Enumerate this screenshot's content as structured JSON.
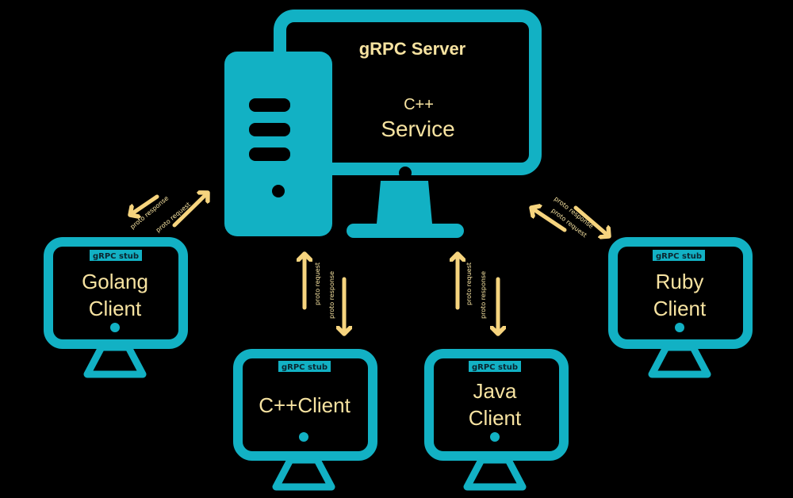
{
  "server": {
    "title": "gRPC Server",
    "lang_line1": "C++",
    "lang_line2": "Service"
  },
  "clients": [
    {
      "stub": "gRPC stub",
      "line1": "Golang",
      "line2": "Client"
    },
    {
      "stub": "gRPC stub",
      "line1": "C++Client",
      "line2": ""
    },
    {
      "stub": "gRPC stub",
      "line1": "Java",
      "line2": "Client"
    },
    {
      "stub": "gRPC stub",
      "line1": "Ruby",
      "line2": "Client"
    }
  ],
  "arrows": {
    "request": "proto request",
    "response": "proto response"
  },
  "colors": {
    "background": "#000000",
    "device": "#12b1c4",
    "text": "#f7e3a1",
    "arrow": "#f6d47e"
  }
}
